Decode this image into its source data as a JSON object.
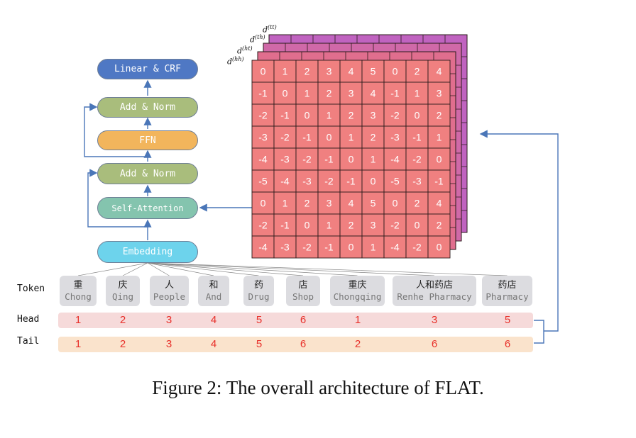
{
  "architecture": {
    "linear_crf": "Linear & CRF",
    "add_norm_top": "Add & Norm",
    "ffn": "FFN",
    "add_norm_bottom": "Add & Norm",
    "self_attention": "Self-Attention",
    "embedding": "Embedding"
  },
  "matrix": {
    "layer_labels": [
      {
        "base": "d",
        "sup": "(hh)"
      },
      {
        "base": "d",
        "sup": "(ht)"
      },
      {
        "base": "d",
        "sup": "(th)"
      },
      {
        "base": "d",
        "sup": "(tt)"
      }
    ],
    "values": [
      [
        0,
        1,
        2,
        3,
        4,
        5,
        0,
        2,
        4
      ],
      [
        -1,
        0,
        1,
        2,
        3,
        4,
        -1,
        1,
        3
      ],
      [
        -2,
        -1,
        0,
        1,
        2,
        3,
        -2,
        0,
        2
      ],
      [
        -3,
        -2,
        -1,
        0,
        1,
        2,
        -3,
        -1,
        1
      ],
      [
        -4,
        -3,
        -2,
        -1,
        0,
        1,
        -4,
        -2,
        0
      ],
      [
        -5,
        -4,
        -3,
        -2,
        -1,
        0,
        -5,
        -3,
        -1
      ],
      [
        0,
        1,
        2,
        3,
        4,
        5,
        0,
        2,
        4
      ],
      [
        -2,
        -1,
        0,
        1,
        2,
        3,
        -2,
        0,
        2
      ],
      [
        -4,
        -3,
        -2,
        -1,
        0,
        1,
        -4,
        -2,
        0
      ]
    ],
    "colors": {
      "front_layer": "#f08080",
      "back_layer": "#c063c0",
      "cell_border": "#2a1a1a"
    }
  },
  "rows": {
    "token_label": "Token",
    "head_label": "Head",
    "tail_label": "Tail"
  },
  "tokens": [
    {
      "zh": "重",
      "en": "Chong",
      "head": "1",
      "tail": "1"
    },
    {
      "zh": "庆",
      "en": "Qing",
      "head": "2",
      "tail": "2"
    },
    {
      "zh": "人",
      "en": "People",
      "head": "3",
      "tail": "3"
    },
    {
      "zh": "和",
      "en": "And",
      "head": "4",
      "tail": "4"
    },
    {
      "zh": "药",
      "en": "Drug",
      "head": "5",
      "tail": "5"
    },
    {
      "zh": "店",
      "en": "Shop",
      "head": "6",
      "tail": "6"
    },
    {
      "zh": "重庆",
      "en": "Chongqing",
      "head": "1",
      "tail": "2"
    },
    {
      "zh": "人和药店",
      "en": "Renhe Pharmacy",
      "head": "3",
      "tail": "6"
    },
    {
      "zh": "药店",
      "en": "Pharmacy",
      "head": "5",
      "tail": "6"
    }
  ],
  "caption": "Figure 2: The overall architecture of FLAT.",
  "colors": {
    "linear_crf": "#4f78c4",
    "add_norm": "#a9bd7c",
    "ffn": "#f2b55c",
    "self_attention": "#84c4ae",
    "embedding": "#6dd3ec",
    "head_band": "#f6dada",
    "tail_band": "#fae3cc",
    "arrow": "#4a76b8"
  }
}
